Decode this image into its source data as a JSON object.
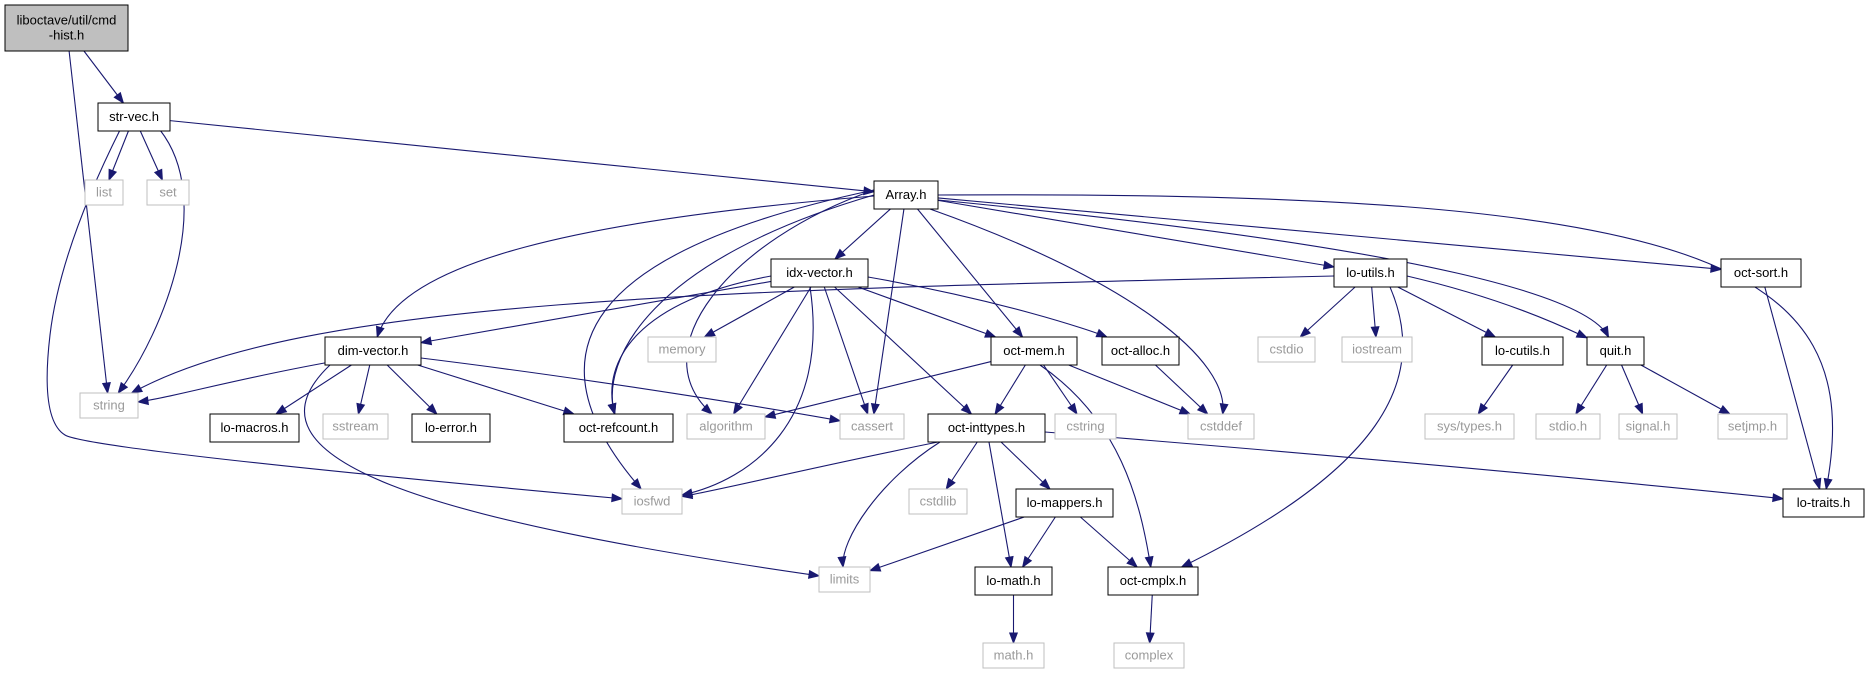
{
  "colors": {
    "edge": "#191970",
    "local_border": "#000000",
    "system_border": "#bfbfbf",
    "root_fill": "#bfbfbf",
    "system_text": "#9a9a9a"
  },
  "nodes": [
    {
      "id": "root",
      "lines": [
        "liboctave/util/cmd",
        "-hist.h"
      ],
      "kind": "root"
    },
    {
      "id": "str-vec",
      "lines": [
        "str-vec.h"
      ],
      "kind": "local"
    },
    {
      "id": "string",
      "lines": [
        "string"
      ],
      "kind": "system"
    },
    {
      "id": "list",
      "lines": [
        "list"
      ],
      "kind": "system"
    },
    {
      "id": "set",
      "lines": [
        "set"
      ],
      "kind": "system"
    },
    {
      "id": "Array",
      "lines": [
        "Array.h"
      ],
      "kind": "local"
    },
    {
      "id": "idx-vector",
      "lines": [
        "idx-vector.h"
      ],
      "kind": "local"
    },
    {
      "id": "lo-utils",
      "lines": [
        "lo-utils.h"
      ],
      "kind": "local"
    },
    {
      "id": "oct-sort",
      "lines": [
        "oct-sort.h"
      ],
      "kind": "local"
    },
    {
      "id": "dim-vector",
      "lines": [
        "dim-vector.h"
      ],
      "kind": "local"
    },
    {
      "id": "memory",
      "lines": [
        "memory"
      ],
      "kind": "system"
    },
    {
      "id": "oct-mem",
      "lines": [
        "oct-mem.h"
      ],
      "kind": "local"
    },
    {
      "id": "oct-alloc",
      "lines": [
        "oct-alloc.h"
      ],
      "kind": "local"
    },
    {
      "id": "cstdio",
      "lines": [
        "cstdio"
      ],
      "kind": "system"
    },
    {
      "id": "iostream",
      "lines": [
        "iostream"
      ],
      "kind": "system"
    },
    {
      "id": "lo-cutils",
      "lines": [
        "lo-cutils.h"
      ],
      "kind": "local"
    },
    {
      "id": "quit",
      "lines": [
        "quit.h"
      ],
      "kind": "local"
    },
    {
      "id": "lo-macros",
      "lines": [
        "lo-macros.h"
      ],
      "kind": "local"
    },
    {
      "id": "sstream",
      "lines": [
        "sstream"
      ],
      "kind": "system"
    },
    {
      "id": "lo-error",
      "lines": [
        "lo-error.h"
      ],
      "kind": "local"
    },
    {
      "id": "oct-refcount",
      "lines": [
        "oct-refcount.h"
      ],
      "kind": "local"
    },
    {
      "id": "algorithm",
      "lines": [
        "algorithm"
      ],
      "kind": "system"
    },
    {
      "id": "cassert",
      "lines": [
        "cassert"
      ],
      "kind": "system"
    },
    {
      "id": "oct-inttypes",
      "lines": [
        "oct-inttypes.h"
      ],
      "kind": "local"
    },
    {
      "id": "cstring",
      "lines": [
        "cstring"
      ],
      "kind": "system"
    },
    {
      "id": "cstddef",
      "lines": [
        "cstddef"
      ],
      "kind": "system"
    },
    {
      "id": "sys-types",
      "lines": [
        "sys/types.h"
      ],
      "kind": "system"
    },
    {
      "id": "stdio",
      "lines": [
        "stdio.h"
      ],
      "kind": "system"
    },
    {
      "id": "signal",
      "lines": [
        "signal.h"
      ],
      "kind": "system"
    },
    {
      "id": "setjmp",
      "lines": [
        "setjmp.h"
      ],
      "kind": "system"
    },
    {
      "id": "iosfwd",
      "lines": [
        "iosfwd"
      ],
      "kind": "system"
    },
    {
      "id": "cstdlib",
      "lines": [
        "cstdlib"
      ],
      "kind": "system"
    },
    {
      "id": "lo-mappers",
      "lines": [
        "lo-mappers.h"
      ],
      "kind": "local"
    },
    {
      "id": "lo-traits",
      "lines": [
        "lo-traits.h"
      ],
      "kind": "local"
    },
    {
      "id": "limits",
      "lines": [
        "limits"
      ],
      "kind": "system"
    },
    {
      "id": "lo-math",
      "lines": [
        "lo-math.h"
      ],
      "kind": "local"
    },
    {
      "id": "oct-cmplx",
      "lines": [
        "oct-cmplx.h"
      ],
      "kind": "local"
    },
    {
      "id": "math",
      "lines": [
        "math.h"
      ],
      "kind": "system"
    },
    {
      "id": "complex",
      "lines": [
        "complex"
      ],
      "kind": "system"
    }
  ],
  "edges": [
    [
      "root",
      "str-vec"
    ],
    [
      "root",
      "string"
    ],
    [
      "str-vec",
      "list"
    ],
    [
      "str-vec",
      "set"
    ],
    [
      "str-vec",
      "string"
    ],
    [
      "str-vec",
      "iosfwd"
    ],
    [
      "str-vec",
      "Array"
    ],
    [
      "Array",
      "dim-vector"
    ],
    [
      "Array",
      "iosfwd"
    ],
    [
      "Array",
      "algorithm"
    ],
    [
      "Array",
      "oct-refcount"
    ],
    [
      "Array",
      "idx-vector"
    ],
    [
      "Array",
      "cassert"
    ],
    [
      "Array",
      "oct-mem"
    ],
    [
      "Array",
      "cstddef"
    ],
    [
      "Array",
      "lo-utils"
    ],
    [
      "Array",
      "quit"
    ],
    [
      "Array",
      "oct-sort"
    ],
    [
      "Array",
      "lo-traits"
    ],
    [
      "idx-vector",
      "dim-vector"
    ],
    [
      "idx-vector",
      "oct-refcount"
    ],
    [
      "idx-vector",
      "memory"
    ],
    [
      "idx-vector",
      "algorithm"
    ],
    [
      "idx-vector",
      "iosfwd"
    ],
    [
      "idx-vector",
      "cassert"
    ],
    [
      "idx-vector",
      "oct-inttypes"
    ],
    [
      "idx-vector",
      "oct-mem"
    ],
    [
      "idx-vector",
      "oct-alloc"
    ],
    [
      "lo-utils",
      "string"
    ],
    [
      "lo-utils",
      "cstdio"
    ],
    [
      "lo-utils",
      "iostream"
    ],
    [
      "lo-utils",
      "lo-cutils"
    ],
    [
      "lo-utils",
      "quit"
    ],
    [
      "lo-utils",
      "oct-cmplx"
    ],
    [
      "oct-sort",
      "lo-traits"
    ],
    [
      "dim-vector",
      "string"
    ],
    [
      "dim-vector",
      "lo-macros"
    ],
    [
      "dim-vector",
      "sstream"
    ],
    [
      "dim-vector",
      "lo-error"
    ],
    [
      "dim-vector",
      "oct-refcount"
    ],
    [
      "dim-vector",
      "cassert"
    ],
    [
      "dim-vector",
      "limits"
    ],
    [
      "oct-mem",
      "algorithm"
    ],
    [
      "oct-mem",
      "oct-inttypes"
    ],
    [
      "oct-mem",
      "cstring"
    ],
    [
      "oct-mem",
      "cstddef"
    ],
    [
      "oct-mem",
      "oct-cmplx"
    ],
    [
      "oct-alloc",
      "cstddef"
    ],
    [
      "lo-cutils",
      "sys-types"
    ],
    [
      "quit",
      "stdio"
    ],
    [
      "quit",
      "signal"
    ],
    [
      "quit",
      "setjmp"
    ],
    [
      "oct-inttypes",
      "iosfwd"
    ],
    [
      "oct-inttypes",
      "cstdlib"
    ],
    [
      "oct-inttypes",
      "limits"
    ],
    [
      "oct-inttypes",
      "lo-math"
    ],
    [
      "oct-inttypes",
      "lo-mappers"
    ],
    [
      "oct-inttypes",
      "lo-traits"
    ],
    [
      "lo-mappers",
      "limits"
    ],
    [
      "lo-mappers",
      "lo-math"
    ],
    [
      "lo-mappers",
      "oct-cmplx"
    ],
    [
      "lo-math",
      "math"
    ],
    [
      "oct-cmplx",
      "complex"
    ]
  ]
}
